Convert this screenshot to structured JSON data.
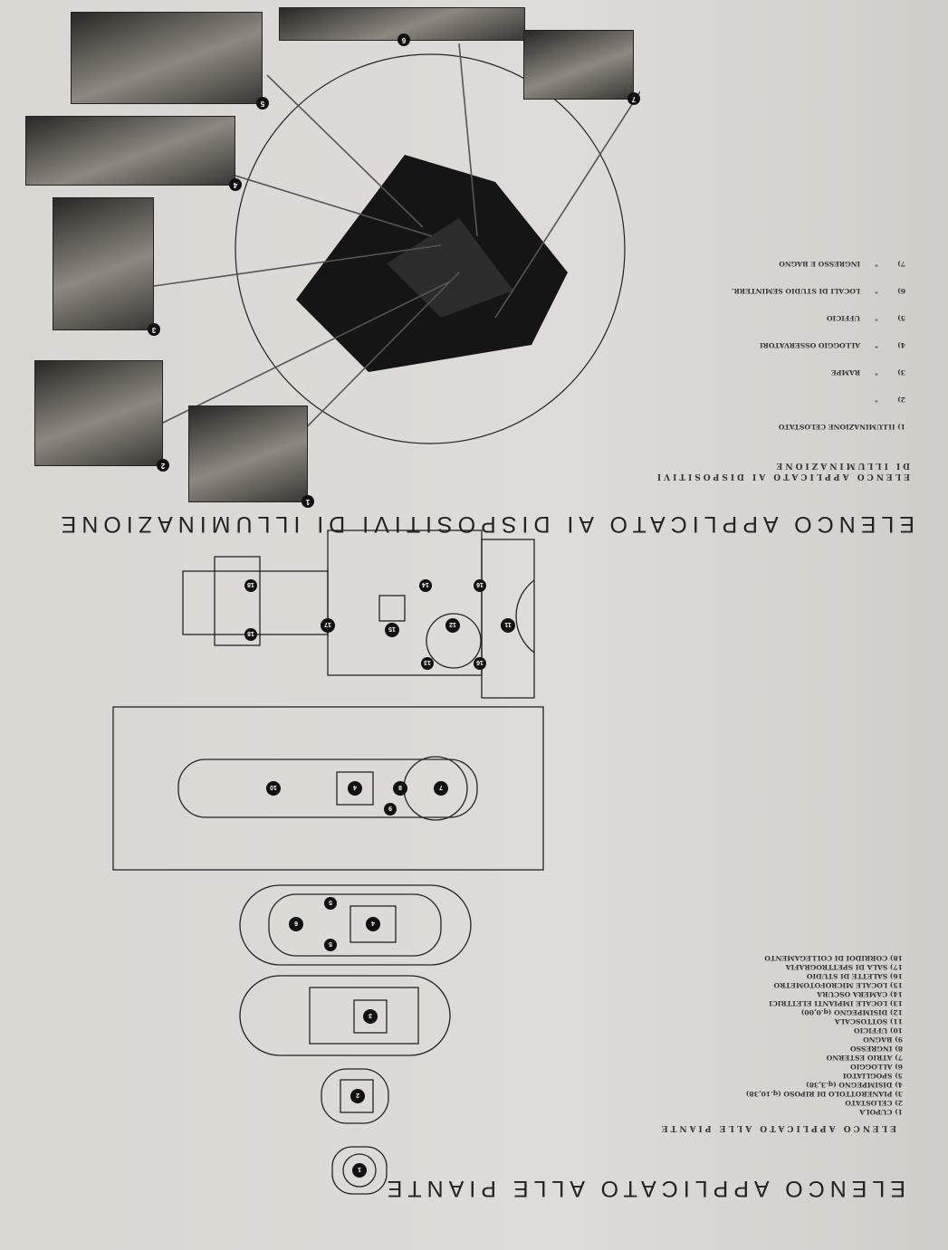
{
  "plans_section": {
    "title": "ELENCO APPLICATO ALLE PIANTE",
    "heading": "ELENCO APPLICATO ALLE PIANTE",
    "items": [
      "1) CUPOLA",
      "2) CELOSTATO",
      "3) PIANEROTTOLO DI RIPOSO (q.10,38)",
      "4) DISIMPEGNO (q.3,38)",
      "5) SPOGLIATOI",
      "6) ALLOGGIO",
      "7) ATRIO ESTERNO",
      "8) INGRESSO",
      "9) BAGNO",
      "10) UFFICIO",
      "11) SOTTOSCALA",
      "12) DISIMPEGNO (q.0,00)",
      "13) LOCALE IMPIANTI ELETTRICI",
      "14) CAMERA OSCURA",
      "15) LOCALE MICROFOTOMETRO",
      "16) SALETTE DI STUDIO",
      "17) SALA DI SPETTROGRAFIA",
      "18) CORRIDOI DI COLLEGAMENTO"
    ],
    "plan_labels": {
      "p1": [
        "1"
      ],
      "p2": [
        "2"
      ],
      "p3": [
        "3"
      ],
      "p4": [
        "4",
        "5",
        "5",
        "6"
      ],
      "p5": [
        "7",
        "8",
        "9",
        "4",
        "10"
      ],
      "p6": [
        "11",
        "12",
        "13",
        "14",
        "15",
        "16",
        "16",
        "17",
        "18",
        "18"
      ]
    }
  },
  "lighting_section": {
    "title": "ELENCO APPLICATO AI DISPOSITIVI DI ILLUMINAZIONE",
    "heading_line1": "ELENCO APPLICATO AI DISPOSITIVI",
    "heading_line2": "DI ILLUMINAZIONE",
    "items": [
      "1) ILLUMINAZIONE CELOSTATO",
      "2)        \"",
      "3)        \"      RAMPE",
      "4)        \"      ALLOGGIO OSSERVATORI",
      "5)        \"      UFFICIO",
      "6)        \"      LOCALI DI STUDIO SEMINTERR.",
      "7)        \"      INGRESSO E BAGNO"
    ],
    "photo_labels": [
      "1",
      "2",
      "3",
      "4",
      "5",
      "6",
      "7"
    ]
  }
}
